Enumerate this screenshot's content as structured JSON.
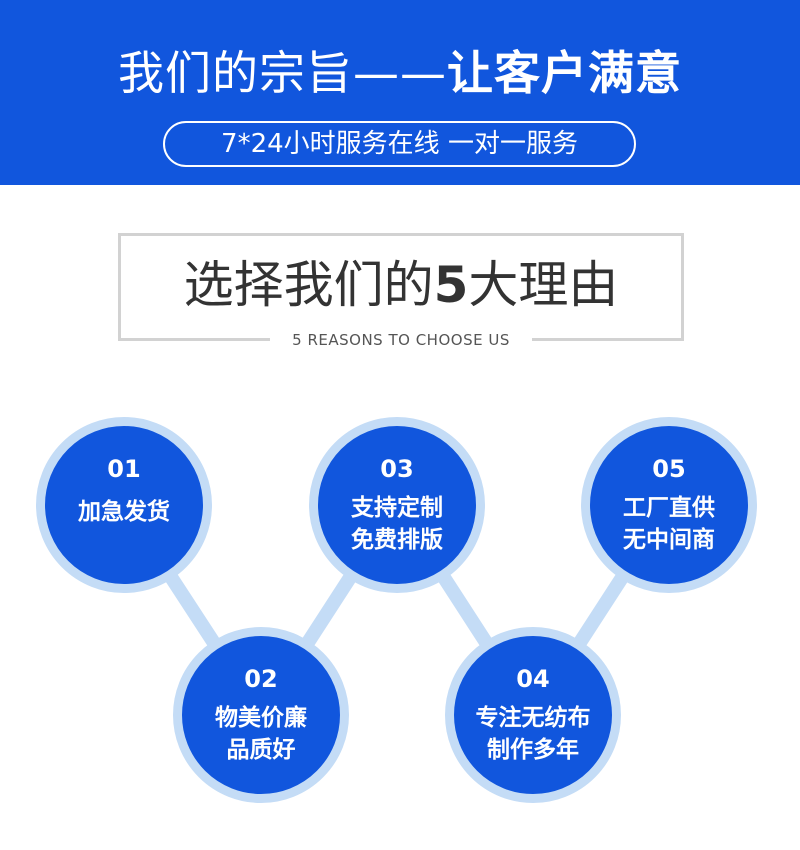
{
  "banner": {
    "title_plain": "我们的宗旨——",
    "title_bold": "让客户满意",
    "subtitle": "7*24小时服务在线 一对一服务"
  },
  "reasons": {
    "title_before": "选择我们的",
    "title_number": "5",
    "title_after": "大理由",
    "subtitle_en": "5 REASONS TO CHOOSE US"
  },
  "colors": {
    "brand_blue": "#1156dd",
    "circle_ring": "#c4dcf6",
    "frame_gray": "#d2d2d2"
  },
  "items": [
    {
      "number": "01",
      "line1": "加急发货",
      "line2": ""
    },
    {
      "number": "02",
      "line1": "物美价廉",
      "line2": "品质好"
    },
    {
      "number": "03",
      "line1": "支持定制",
      "line2": "免费排版"
    },
    {
      "number": "04",
      "line1": "专注无纺布",
      "line2": "制作多年"
    },
    {
      "number": "05",
      "line1": "工厂直供",
      "line2": "无中间商"
    }
  ]
}
